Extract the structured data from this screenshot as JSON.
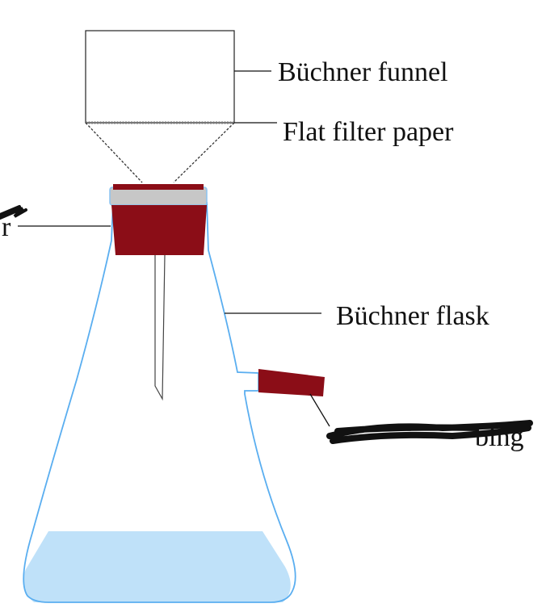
{
  "labels": {
    "funnel": "Büchner funnel",
    "filter_paper": "Flat filter paper",
    "flask": "Büchner flask",
    "stopper_fragment": "r",
    "tubing_fragment": "bing"
  },
  "colors": {
    "glass_outline": "#5aaef0",
    "liquid": "#bfe1f9",
    "stopper": "#8b0d17",
    "collar": "#c7c7c7",
    "leader_line": "#111111",
    "scribble": "#111111"
  }
}
